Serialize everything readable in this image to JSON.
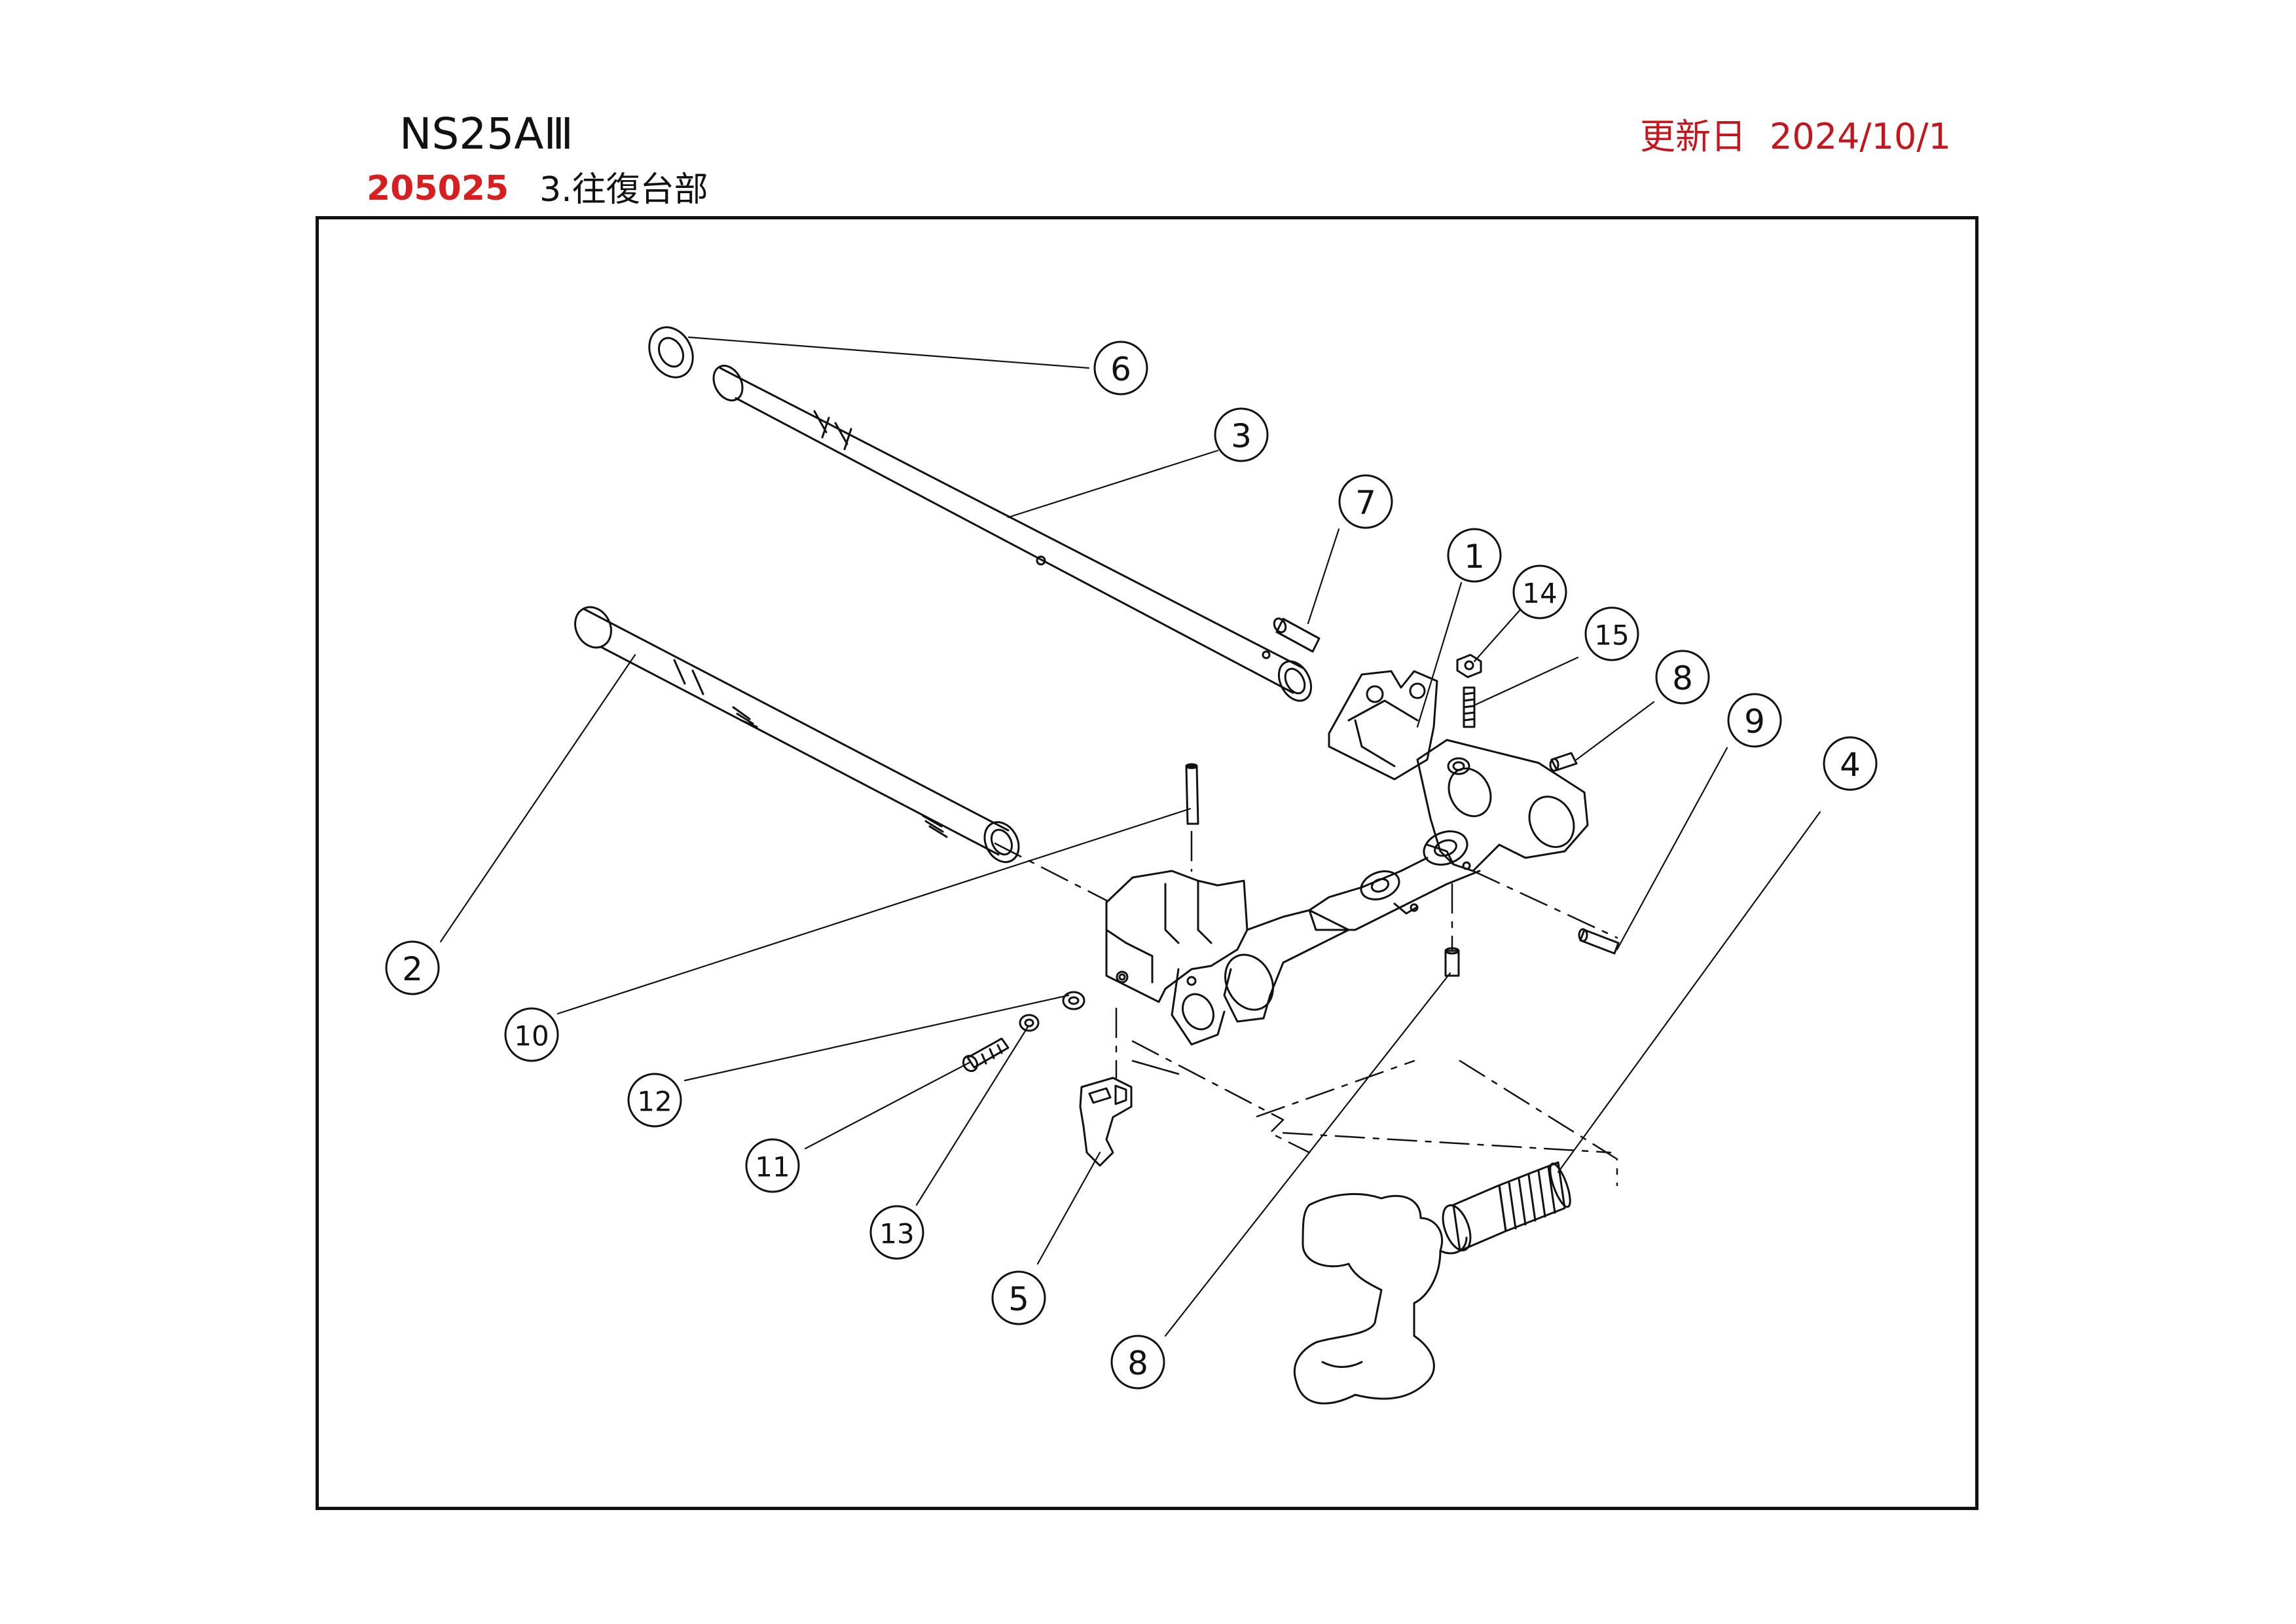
{
  "header": {
    "model": "NS25AⅢ",
    "code": "205025",
    "section": "3.往復台部",
    "updated_label": "更新日",
    "updated_date": "2024/10/1"
  },
  "callouts": [
    {
      "id": "c1",
      "label": "1"
    },
    {
      "id": "c2",
      "label": "2"
    },
    {
      "id": "c3",
      "label": "3"
    },
    {
      "id": "c4",
      "label": "4"
    },
    {
      "id": "c5",
      "label": "5"
    },
    {
      "id": "c6",
      "label": "6"
    },
    {
      "id": "c7",
      "label": "7"
    },
    {
      "id": "c8a",
      "label": "8"
    },
    {
      "id": "c8b",
      "label": "8"
    },
    {
      "id": "c9",
      "label": "9"
    },
    {
      "id": "c10",
      "label": "10"
    },
    {
      "id": "c11",
      "label": "11"
    },
    {
      "id": "c12",
      "label": "12"
    },
    {
      "id": "c13",
      "label": "13"
    },
    {
      "id": "c14",
      "label": "14"
    },
    {
      "id": "c15",
      "label": "15"
    }
  ]
}
